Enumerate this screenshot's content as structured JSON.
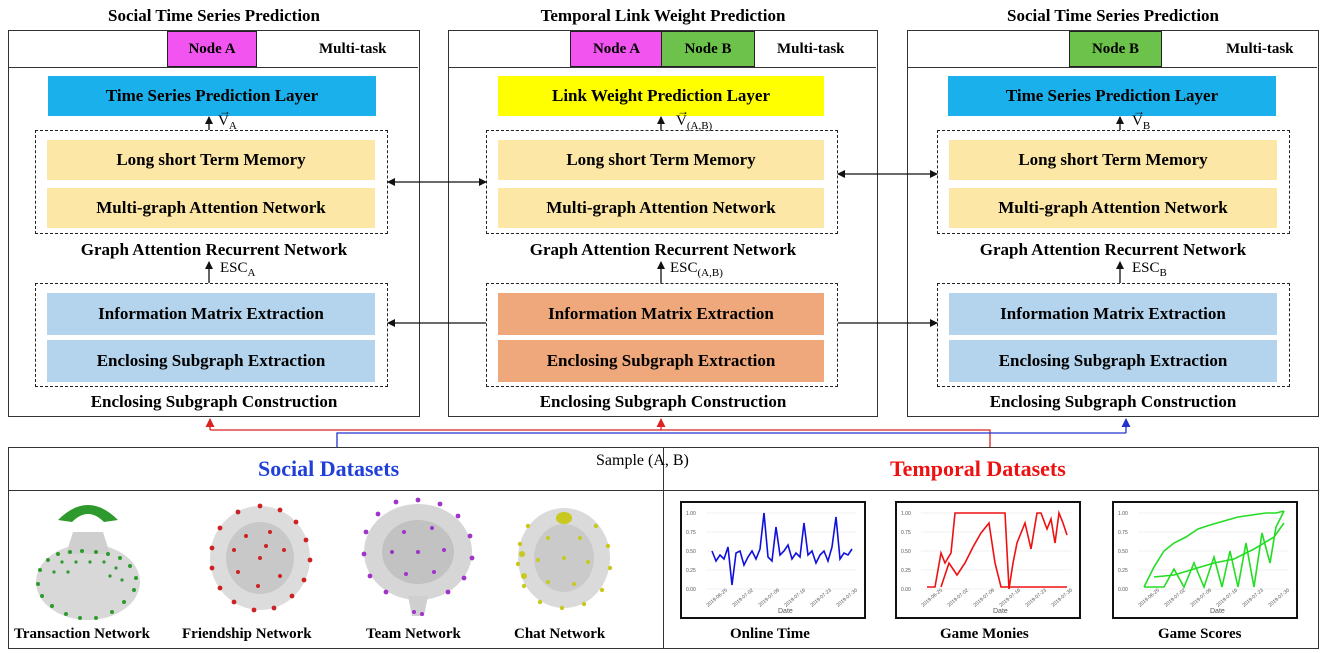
{
  "panels": {
    "left": {
      "title": "Social Time  Series Prediction",
      "nodes": [
        "Node A"
      ],
      "multitask": "Multi-task",
      "top_layer": "Time Series Prediction Layer",
      "vec": "V",
      "vec_sub": "A",
      "lstm": "Long short Term Memory",
      "mgan": "Multi-graph Attention Network",
      "garn": "Graph Attention Recurrent Network",
      "esc": "ESC",
      "esc_sub": "A",
      "ime": "Information Matrix Extraction",
      "ese": "Enclosing Subgraph Extraction",
      "esc_caption": "Enclosing Subgraph Construction"
    },
    "middle": {
      "title": "Temporal Link Weight Prediction",
      "nodes": [
        "Node A",
        "Node B"
      ],
      "multitask": "Multi-task",
      "top_layer": "Link Weight Prediction Layer",
      "vec": "V",
      "vec_sub": "(A,B)",
      "lstm": "Long short Term Memory",
      "mgan": "Multi-graph Attention Network",
      "garn": "Graph Attention Recurrent Network",
      "esc": "ESC",
      "esc_sub": "(A,B)",
      "ime": "Information Matrix Extraction",
      "ese": "Enclosing Subgraph Extraction",
      "esc_caption": "Enclosing Subgraph Construction"
    },
    "right": {
      "title": "Social Time  Series Prediction",
      "nodes": [
        "Node B"
      ],
      "multitask": "Multi-task",
      "top_layer": "Time Series Prediction Layer",
      "vec": "V",
      "vec_sub": "B",
      "lstm": "Long short Term Memory",
      "mgan": "Multi-graph Attention Network",
      "garn": "Graph Attention Recurrent Network",
      "esc": "ESC",
      "esc_sub": "B",
      "ime": "Information Matrix Extraction",
      "ese": "Enclosing Subgraph Extraction",
      "esc_caption": "Enclosing Subgraph Construction"
    }
  },
  "colors": {
    "node_a": "#f255ef",
    "node_b": "#6cc24a",
    "social_title": "#1f3fd8",
    "temporal_title": "#ee1111",
    "link_blue": "#2233cc",
    "link_red": "#dd2222"
  },
  "bottom": {
    "sample": "Sample (A, B)",
    "social_title": "Social Datasets",
    "temporal_title": "Temporal Datasets",
    "networks": [
      {
        "name": "Transaction Network",
        "color": "#2e9a2e"
      },
      {
        "name": "Friendship Network",
        "color": "#cc2222"
      },
      {
        "name": "Team Network",
        "color": "#a033c8"
      },
      {
        "name": "Chat Network",
        "color": "#c8c81e"
      }
    ],
    "charts": [
      {
        "name": "Online Time",
        "xlabel": "Date",
        "color": "#1010dd"
      },
      {
        "name": "Game Monies",
        "xlabel": "Date",
        "color": "#ee1111"
      },
      {
        "name": "Game Scores",
        "xlabel": "Date",
        "color": "#22dd22"
      }
    ],
    "yticks": [
      "1.00",
      "0.75",
      "0.50",
      "0.25",
      "0.00"
    ],
    "xticks": [
      "2019-06-25",
      "2019-07-02",
      "2019-07-09",
      "2019-07-16",
      "2019-07-23",
      "2019-07-30"
    ]
  }
}
